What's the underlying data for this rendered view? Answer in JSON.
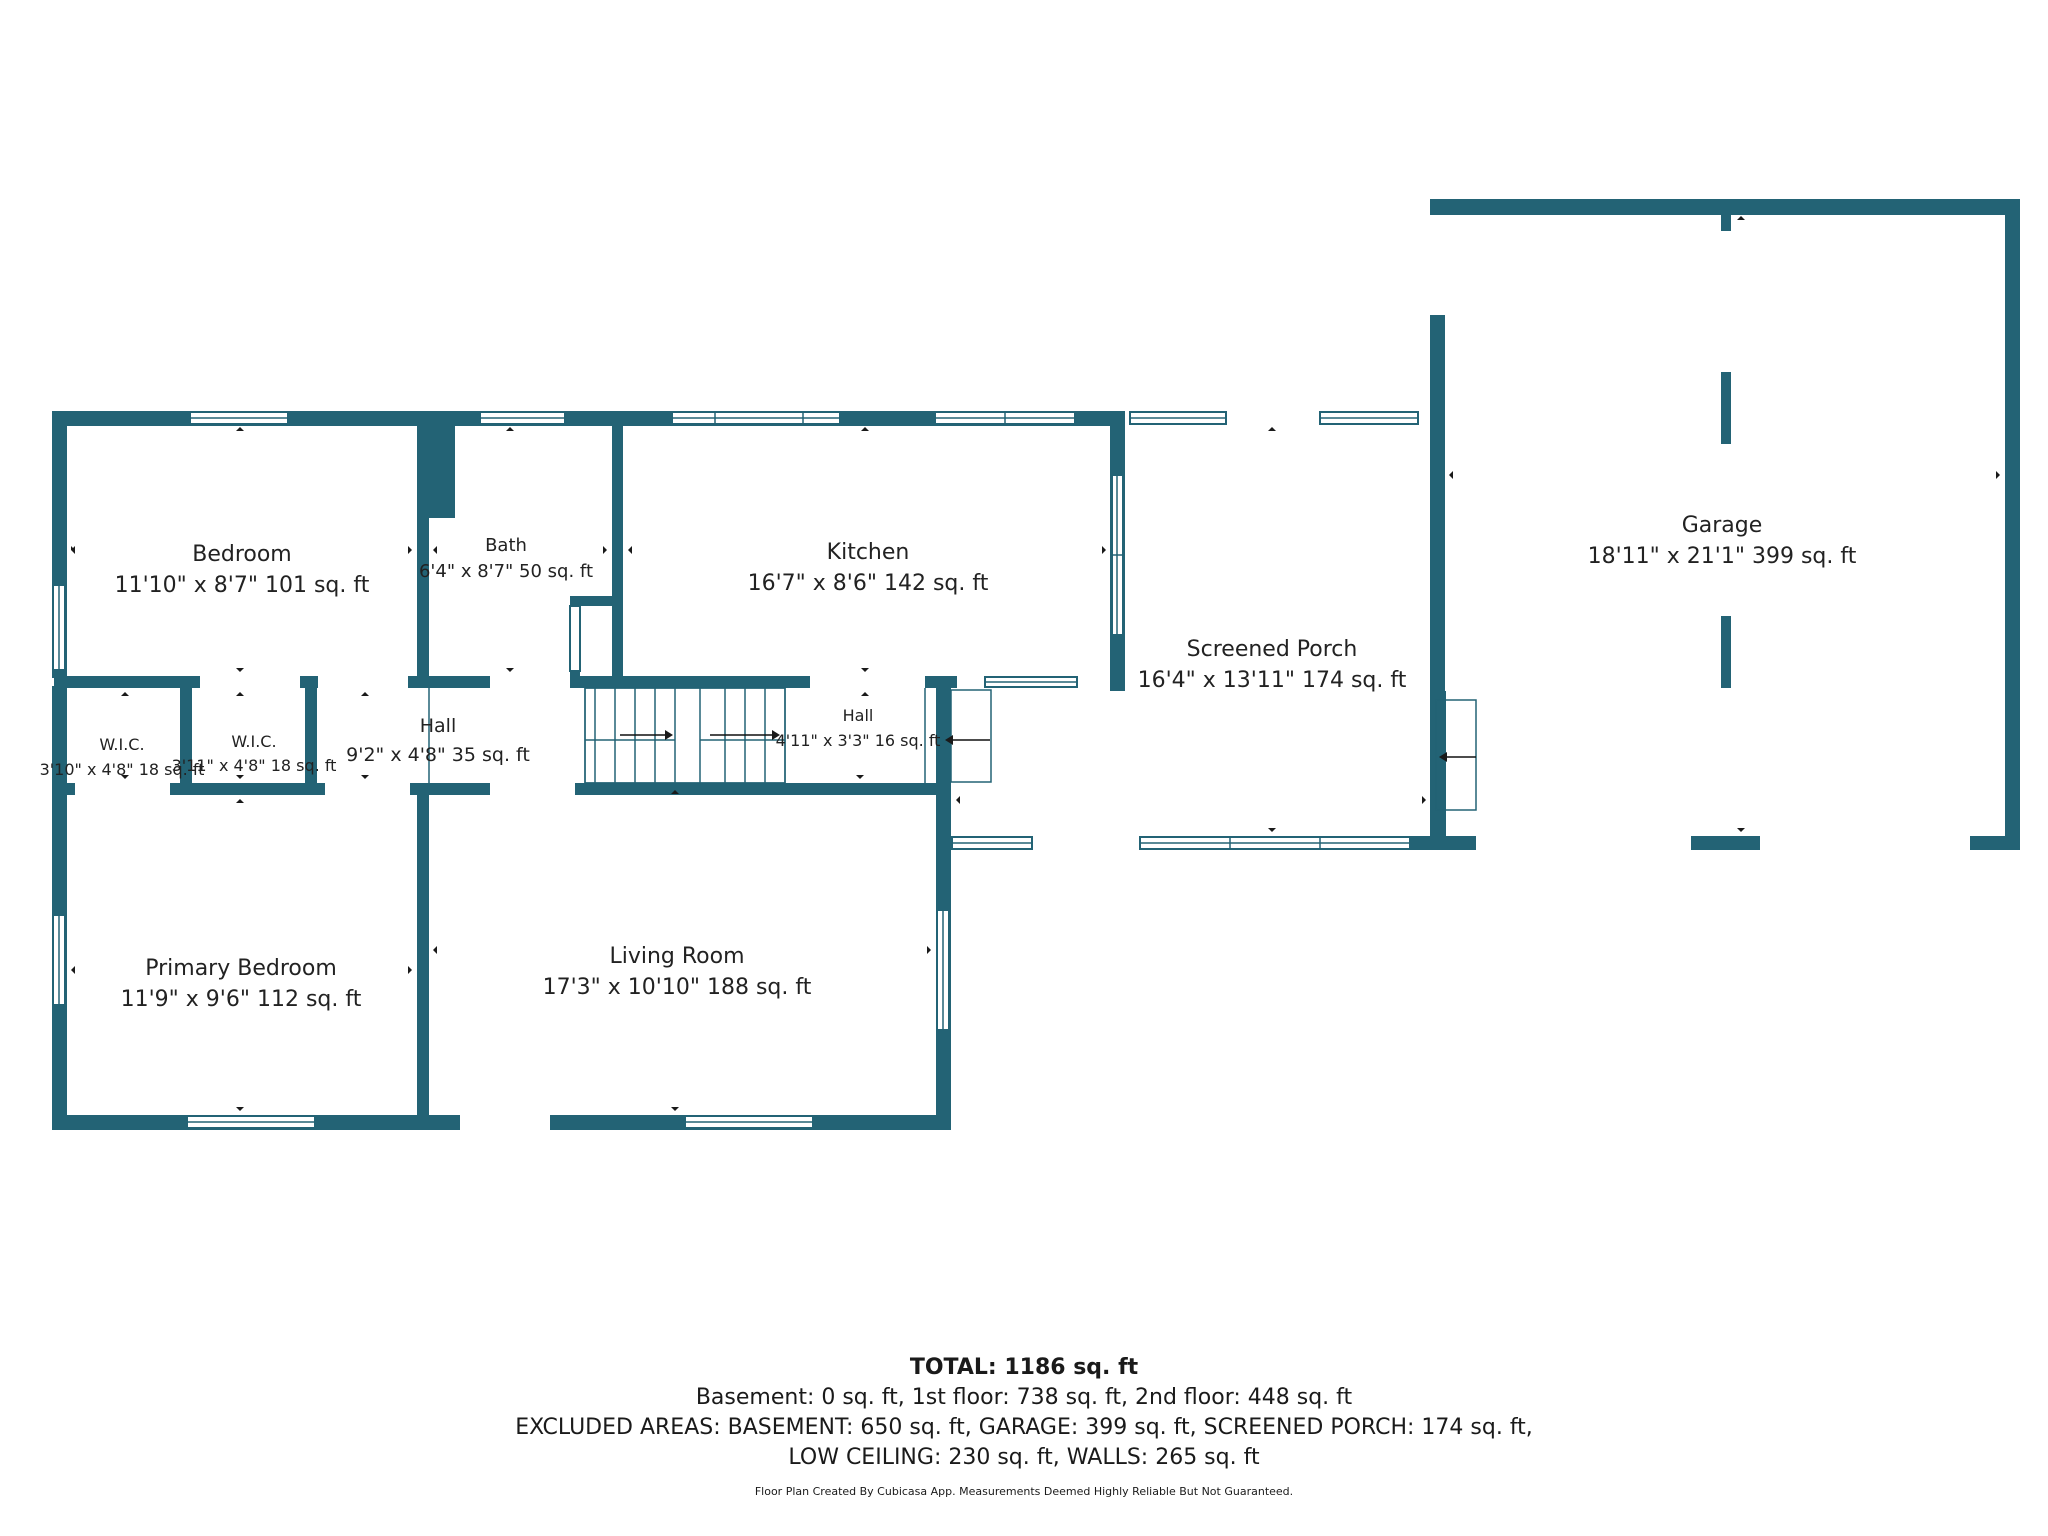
{
  "rooms": {
    "bedroom": {
      "name": "Bedroom",
      "dims": "11'10\" x 8'7\" 101 sq. ft"
    },
    "bath": {
      "name": "Bath",
      "dims": "6'4\" x 8'7\" 50 sq. ft"
    },
    "kitchen": {
      "name": "Kitchen",
      "dims": "16'7\" x 8'6\" 142 sq. ft"
    },
    "screened_porch": {
      "name": "Screened Porch",
      "dims": "16'4\" x 13'11\" 174 sq. ft"
    },
    "garage": {
      "name": "Garage",
      "dims": "18'11\" x 21'1\" 399 sq. ft"
    },
    "wic1": {
      "name": "W.I.C.",
      "dims": "3'10\" x 4'8\" 18 sq. ft"
    },
    "wic2": {
      "name": "W.I.C.",
      "dims": "3'11\" x 4'8\" 18 sq. ft"
    },
    "hall1": {
      "name": "Hall",
      "dims": "9'2\" x 4'8\" 35 sq. ft"
    },
    "hall2": {
      "name": "Hall",
      "dims": "4'11\" x 3'3\" 16 sq. ft"
    },
    "primary_bedroom": {
      "name": "Primary Bedroom",
      "dims": "11'9\" x 9'6\" 112 sq. ft"
    },
    "living_room": {
      "name": "Living Room",
      "dims": "17'3\" x 10'10\" 188 sq. ft"
    }
  },
  "summary": {
    "total_label": "TOTAL: 1186 sq. ft",
    "floors": "Basement: 0 sq. ft, 1st floor: 738 sq. ft, 2nd floor: 448 sq. ft",
    "excluded_1": "EXCLUDED AREAS: BASEMENT: 650 sq. ft, GARAGE: 399 sq. ft, SCREENED PORCH: 174 sq. ft,",
    "excluded_2": "LOW CEILING: 230 sq. ft, WALLS: 265 sq. ft",
    "credit": "Floor Plan Created By Cubicasa App. Measurements Deemed Highly Reliable But Not Guaranteed."
  },
  "colors": {
    "wall": "#236375"
  }
}
